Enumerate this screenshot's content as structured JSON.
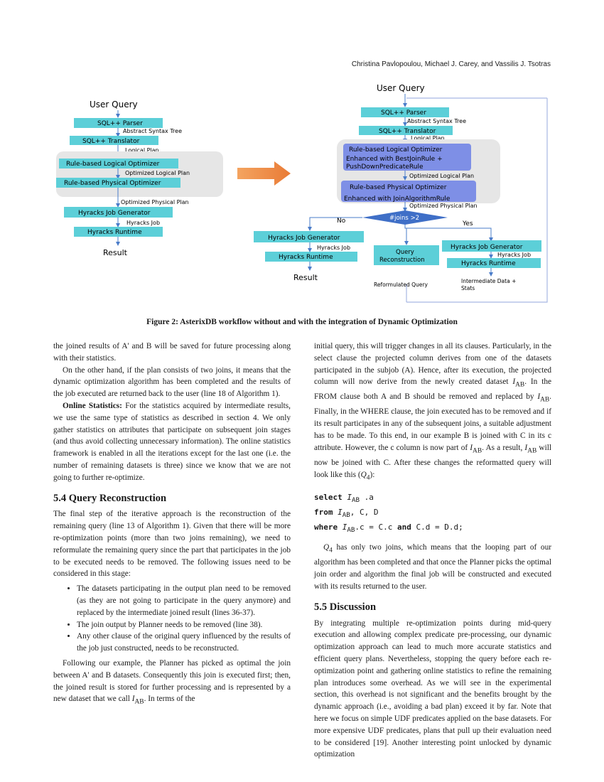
{
  "header": {
    "authors": "Christina Pavlopoulou, Michael J. Carey, and Vassilis J. Tsotras"
  },
  "figure": {
    "left": {
      "user_query": "User Query",
      "parser": "SQL++ Parser",
      "ast": "Abstract Syntax Tree",
      "translator": "SQL++ Translator",
      "logical_plan": "Logical Plan",
      "logical_optimizer": "Rule-based Logical Optimizer",
      "optimized_logical_plan": "Optimized Logical Plan",
      "physical_optimizer": "Rule-based Physical Optimizer",
      "optimized_physical_plan": "Optimized Physical Plan",
      "job_generator": "Hyracks Job Generator",
      "hyracks_job": "Hyracks Job",
      "runtime": "Hyracks Runtime",
      "result": "Result"
    },
    "right": {
      "user_query": "User Query",
      "parser": "SQL++ Parser",
      "ast": "Abstract Syntax Tree",
      "translator": "SQL++ Translator",
      "logical_plan": "Logical Plan",
      "logical_optimizer": "Rule-based Logical Optimizer",
      "logical_enh_1": "Enhanced with BestJoinRule +",
      "logical_enh_2": "PushDownPredicateRule",
      "optimized_logical_plan": "Optimized Logical Plan",
      "physical_optimizer": "Rule-based Physical Optimizer",
      "physical_enh": "Enhanced with JoinAlgorithmRule",
      "optimized_physical_plan": "Optimized Physical Plan",
      "decision": "#joins >2",
      "no": "No",
      "yes": "Yes",
      "job_generator_no": "Hyracks Job Generator",
      "hyracks_job_no": "Hyracks Job",
      "runtime_no": "Hyracks Runtime",
      "result": "Result",
      "query_recon_1": "Query",
      "query_recon_2": "Reconstruction",
      "reformulated": "Reformulated Query",
      "job_generator_yes": "Hyracks Job Generator",
      "hyracks_job_yes": "Hyracks Job",
      "runtime_yes": "Hyracks Runtime",
      "intermediate_1": "Intermediate Data +",
      "intermediate_2": "Stats"
    },
    "caption": "Figure 2: AsterixDB workflow without and with the integration of Dynamic Optimization"
  },
  "left_col": {
    "p1": "the joined results of A' and B will be saved for future processing along with their statistics.",
    "p2": "On the other hand, if the plan consists of two joins, it means that the dynamic optimization algorithm has been completed and the results of the job executed are returned back to the user (line 18 of Algorithm 1).",
    "p3_lead": "Online Statistics:",
    "p3": " For the statistics acquired by intermediate results, we use the same type of statistics as described in section 4. We only gather statistics on attributes that participate on subsequent join stages (and thus avoid collecting unnecessary information). The online statistics framework is enabled in all the iterations except for the last one (i.e. the number of remaining datasets is three) since we know that we are not going to further re-optimize.",
    "h54": "5.4   Query Reconstruction",
    "p4": "The final step of the iterative approach is the reconstruction of the remaining query (line 13 of Algorithm 1). Given that there will be more re-optimization points (more than two joins remaining), we need to reformulate the remaining query since the part that participates in the job to be executed needs to be removed. The following issues need to be considered in this stage:",
    "bullets": [
      "The datasets participating in the output plan need to be removed (as they are not going to participate in the query anymore) and replaced by the intermediate joined result (lines 36-37).",
      "The join output by Planner needs to be removed (line 38).",
      "Any other clause of the original query influenced by the results of the job just constructed, needs to be reconstructed."
    ],
    "p5a": "Following our example, the Planner has picked as optimal the join between A' and B datasets. Consequently this join is executed first; then, the joined result is stored for further processing and is represented by a new dataset that we call ",
    "p5b": ". In terms of the"
  },
  "right_col": {
    "p1a": "initial query, this will trigger changes in all its clauses. Particularly, in the select clause the projected column derives from one of the datasets participated in the subjob (A). Hence, after its execution, the projected column will now derive from the newly created dataset ",
    "p1b": ". In the FROM clause both A and B should be removed and replaced by ",
    "p1c": ". Finally, in the WHERE clause, the join executed has to be removed and if its result participates in any of the subsequent joins, a suitable adjustment has to be made. To this end, in our example B is joined with C in its c attribute. However, the c column is now part of ",
    "p1d": ". As a result, ",
    "p1e": " will now be joined with C. After these changes the reformatted query will look like this (",
    "p1f": "):",
    "code_select": "select",
    "code_from": "from",
    "code_where": "where",
    "code_and": "and",
    "code_l1": " .a",
    "code_l2": ", C, D",
    "code_l3a": ".c = C.c ",
    "code_l3b": " C.d = D.d;",
    "p2a": " has only two joins, which means that the looping part of our algorithm has been completed and that once the Planner picks the optimal join order and algorithm the final job will be constructed and executed with its results returned to the user.",
    "h55": "5.5   Discussion",
    "p3": "By integrating multiple re-optimization points during mid-query execution and allowing complex predicate pre-processing, our dynamic optimization approach can lead to much more accurate statistics and efficient query plans. Nevertheless, stopping the query before each re-optimization point and gathering online statistics to refine the remaining plan introduces some overhead. As we will see in the experimental section, this overhead is not significant and the benefits brought by the dynamic approach (i.e., avoiding a bad plan) exceed it by far. Note that here we focus on simple UDF predicates applied on the base datasets. For more expensive UDF predicates, plans that pull up their evaluation need to be considered [19]. Another interesting point unlocked by dynamic optimization"
  },
  "symbols": {
    "I": "I",
    "AB": "AB",
    "Q": "Q",
    "four": "4"
  },
  "colors": {
    "box": "#5ccfd8",
    "blue_box": "#7e8fe6",
    "panel": "#e6e6e6",
    "arrow": "#4a7cc9",
    "diamond": "#3f6fc7",
    "orange": "#ee8a4a"
  }
}
